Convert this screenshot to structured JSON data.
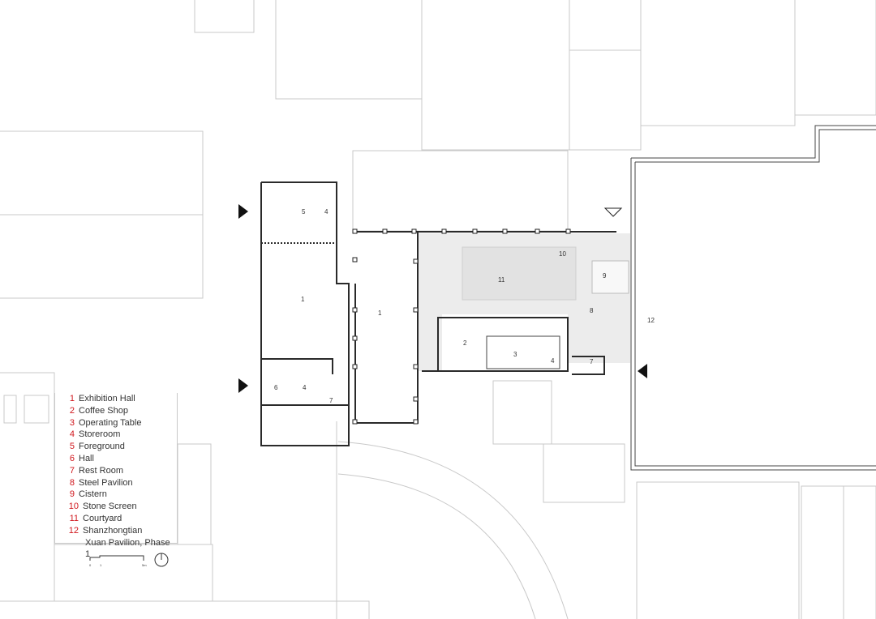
{
  "legend": {
    "items": [
      {
        "num": "1",
        "label": "Exhibition Hall"
      },
      {
        "num": "2",
        "label": "Coffee Shop"
      },
      {
        "num": "3",
        "label": "Operating Table"
      },
      {
        "num": "4",
        "label": "Storeroom"
      },
      {
        "num": "5",
        "label": "Foreground"
      },
      {
        "num": "6",
        "label": "Hall"
      },
      {
        "num": "7",
        "label": "Rest Room"
      },
      {
        "num": "8",
        "label": "Steel Pavilion"
      },
      {
        "num": "9",
        "label": "Cistern"
      },
      {
        "num": "10",
        "label": "Stone Screen"
      },
      {
        "num": "11",
        "label": "Courtyard"
      },
      {
        "num": "12",
        "label": "Shanzhongtian"
      }
    ],
    "continuation": "Xuan Pavilion, Phase 1",
    "number_color": "#d0161c"
  },
  "scale_bar": {
    "ticks": [
      "0",
      "1",
      "5m"
    ]
  },
  "plan_labels": [
    "1",
    "1",
    "5",
    "4",
    "4",
    "6",
    "7",
    "2",
    "3",
    "4",
    "7",
    "8",
    "9",
    "10",
    "11",
    "12"
  ],
  "entrance_markers": [
    "entrance-west-top",
    "entrance-west-bottom",
    "entrance-east",
    "entrance-north"
  ]
}
